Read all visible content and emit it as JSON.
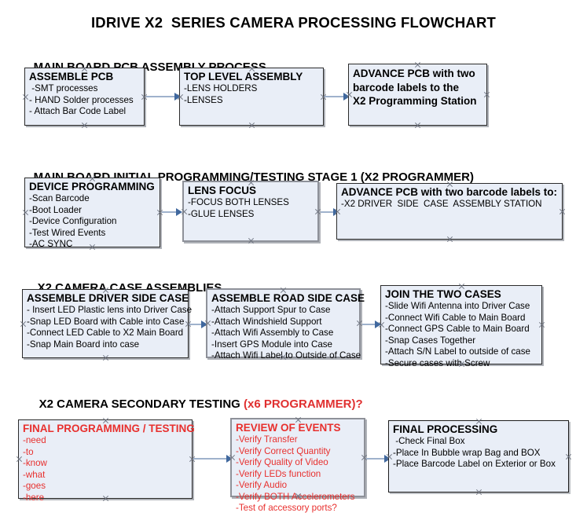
{
  "document": {
    "title": "IDRIVE X2  SERIES CAMERA PROCESSING FLOWCHART"
  },
  "sections": [
    {
      "id": "main-board-pcb-assembly",
      "heading": "MAIN BOARD PCB ASSEMBLY PROCESS",
      "heading_accent": "",
      "nodes": [
        {
          "id": "assemble-pcb",
          "title": "ASSEMBLE PCB",
          "lines": [
            " -SMT processes",
            "- HAND Solder processes",
            "- Attach Bar Code Label"
          ]
        },
        {
          "id": "top-level-assembly",
          "title": "TOP LEVEL ASSEMBLY",
          "lines": [
            "-LENS HOLDERS",
            "-LENSES"
          ]
        },
        {
          "id": "advance-pcb-to-programming-station",
          "title": "ADVANCE PCB with two\nbarcode labels to the\n X2 Programming Station",
          "lines": []
        }
      ]
    },
    {
      "id": "main-board-initial-programming",
      "heading": "MAIN BOARD INITIAL PROGRAMMING/TESTING STAGE 1 (X2 PROGRAMMER)",
      "heading_accent": "",
      "nodes": [
        {
          "id": "device-programming",
          "title": "DEVICE PROGRAMMING",
          "lines": [
            "-Scan Barcode",
            "-Boot Loader",
            "-Device Configuration",
            "-Test Wired Events",
            "-AC SYNC"
          ]
        },
        {
          "id": "lens-focus",
          "title": "LENS FOCUS",
          "lines": [
            "-FOCUS BOTH LENSES",
            "-GLUE LENSES"
          ]
        },
        {
          "id": "advance-pcb-to-driver-side-case",
          "title": "ADVANCE PCB with two barcode labels to:",
          "lines": [
            "-X2 DRIVER  SIDE  CASE  ASSEMBLY STATION"
          ]
        }
      ]
    },
    {
      "id": "x2-camera-case-assemblies",
      "heading": "X2 CAMERA CASE ASSEMBLIES",
      "heading_accent": "",
      "nodes": [
        {
          "id": "assemble-driver-side-case",
          "title": "ASSEMBLE DRIVER SIDE CASE",
          "lines": [
            "- Insert LED Plastic lens into Driver Case",
            "-Snap LED Board with Cable into Case",
            "-Connect LED Cable to X2 Main Board",
            "-Snap Main Board into case"
          ]
        },
        {
          "id": "assemble-road-side-case",
          "title": "ASSEMBLE ROAD SIDE CASE",
          "lines": [
            "-Attach Support Spur to Case",
            "-Attach Windshield Support",
            "-Attach Wifi Assembly to Case",
            "-Insert GPS Module into Case",
            "-Attach Wifi Label to Outside of Case"
          ]
        },
        {
          "id": "join-the-two-cases",
          "title": "JOIN THE TWO CASES",
          "lines": [
            "-Slide Wifi Antenna into Driver Case",
            "-Connect Wifi Cable to Main Board",
            "-Connect GPS Cable to Main Board",
            "-Snap Cases Together",
            "-Attach S/N Label to outside of case",
            "-Secure cases with Screw"
          ]
        }
      ]
    },
    {
      "id": "x2-camera-secondary-testing",
      "heading": "X2 CAMERA SECONDARY TESTING ",
      "heading_accent": "(x6 PROGRAMMER)?",
      "nodes": [
        {
          "id": "final-programming-testing",
          "title": "FINAL PROGRAMMING / TESTING",
          "lines": [
            "-need",
            "-to",
            "-know",
            "-what",
            "-goes",
            "-here"
          ]
        },
        {
          "id": "review-of-events",
          "title": "REVIEW OF EVENTS",
          "lines": [
            "-Verify Transfer",
            "-Verify Correct Quantity",
            "-Verify Quality of Video",
            "-Verify LEDs function",
            "-Verify Audio",
            "-Verify BOTH Accelerometers",
            "-Test of accessory ports?"
          ]
        },
        {
          "id": "final-processing",
          "title": "FINAL PROCESSING",
          "lines": [
            " -Check Final Box",
            "-Place In Bubble wrap Bag and BOX",
            "-Place Barcode Label on Exterior or Box"
          ]
        }
      ]
    }
  ],
  "colors": {
    "node_fill": "#e9eef7",
    "node_border": "#2b2b2b",
    "connector_line": "#9fb2cc",
    "connector_arrow": "#40689e",
    "accent_red": "#e8302e",
    "text": "#000000"
  }
}
